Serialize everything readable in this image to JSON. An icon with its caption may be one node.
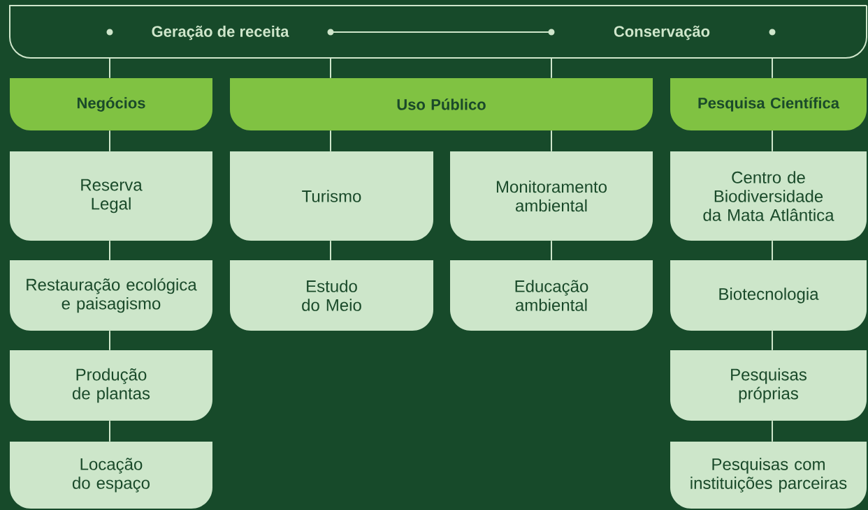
{
  "diagram": {
    "nodes": [
      {
        "text": [
          "Geração de receita",
          "Conservação"
        ]
      },
      {
        "text": [
          "Negócios"
        ]
      },
      {
        "text": [
          "Uso Público"
        ]
      },
      {
        "text": [
          "Pesquisa Científica"
        ]
      },
      {
        "text": [
          "Reserva Legal"
        ]
      },
      {
        "text": [
          "Restauração ecológica e paisagismo"
        ]
      },
      {
        "text": [
          "Produção de plantas"
        ]
      },
      {
        "text": [
          "Locação do espaço"
        ]
      },
      {
        "text": [
          "Turismo"
        ]
      },
      {
        "text": [
          "Estudo do Meio"
        ]
      },
      {
        "text": [
          "Monitoramento ambiental"
        ]
      },
      {
        "text": [
          "Educação ambiental"
        ]
      },
      {
        "text": [
          "Centro de Biodiversidade da Mata Atlântica"
        ]
      },
      {
        "text": [
          "Biotecnologia"
        ]
      },
      {
        "text": [
          "Pesquisas próprias"
        ]
      },
      {
        "text": [
          "Pesquisas com instituições parceiras"
        ]
      }
    ],
    "edges": [
      {
        "from": 0,
        "to": 1,
        "arrow": "none"
      },
      {
        "from": 0,
        "to": 2,
        "arrow": "none"
      },
      {
        "from": 0,
        "to": 2,
        "arrow": "none"
      },
      {
        "from": 0,
        "to": 3,
        "arrow": "none"
      },
      {
        "from": 1,
        "to": 4,
        "arrow": "none"
      },
      {
        "from": 4,
        "to": 5,
        "arrow": "none"
      },
      {
        "from": 5,
        "to": 6,
        "arrow": "none"
      },
      {
        "from": 6,
        "to": 7,
        "arrow": "none"
      },
      {
        "from": 2,
        "to": 8,
        "arrow": "none"
      },
      {
        "from": 8,
        "to": 9,
        "arrow": "none"
      },
      {
        "from": 2,
        "to": 10,
        "arrow": "none"
      },
      {
        "from": 10,
        "to": 11,
        "arrow": "none"
      },
      {
        "from": 3,
        "to": 12,
        "arrow": "none"
      },
      {
        "from": 12,
        "to": 13,
        "arrow": "none"
      },
      {
        "from": 13,
        "to": 14,
        "arrow": "none"
      },
      {
        "from": 14,
        "to": 15,
        "arrow": "none"
      }
    ]
  }
}
